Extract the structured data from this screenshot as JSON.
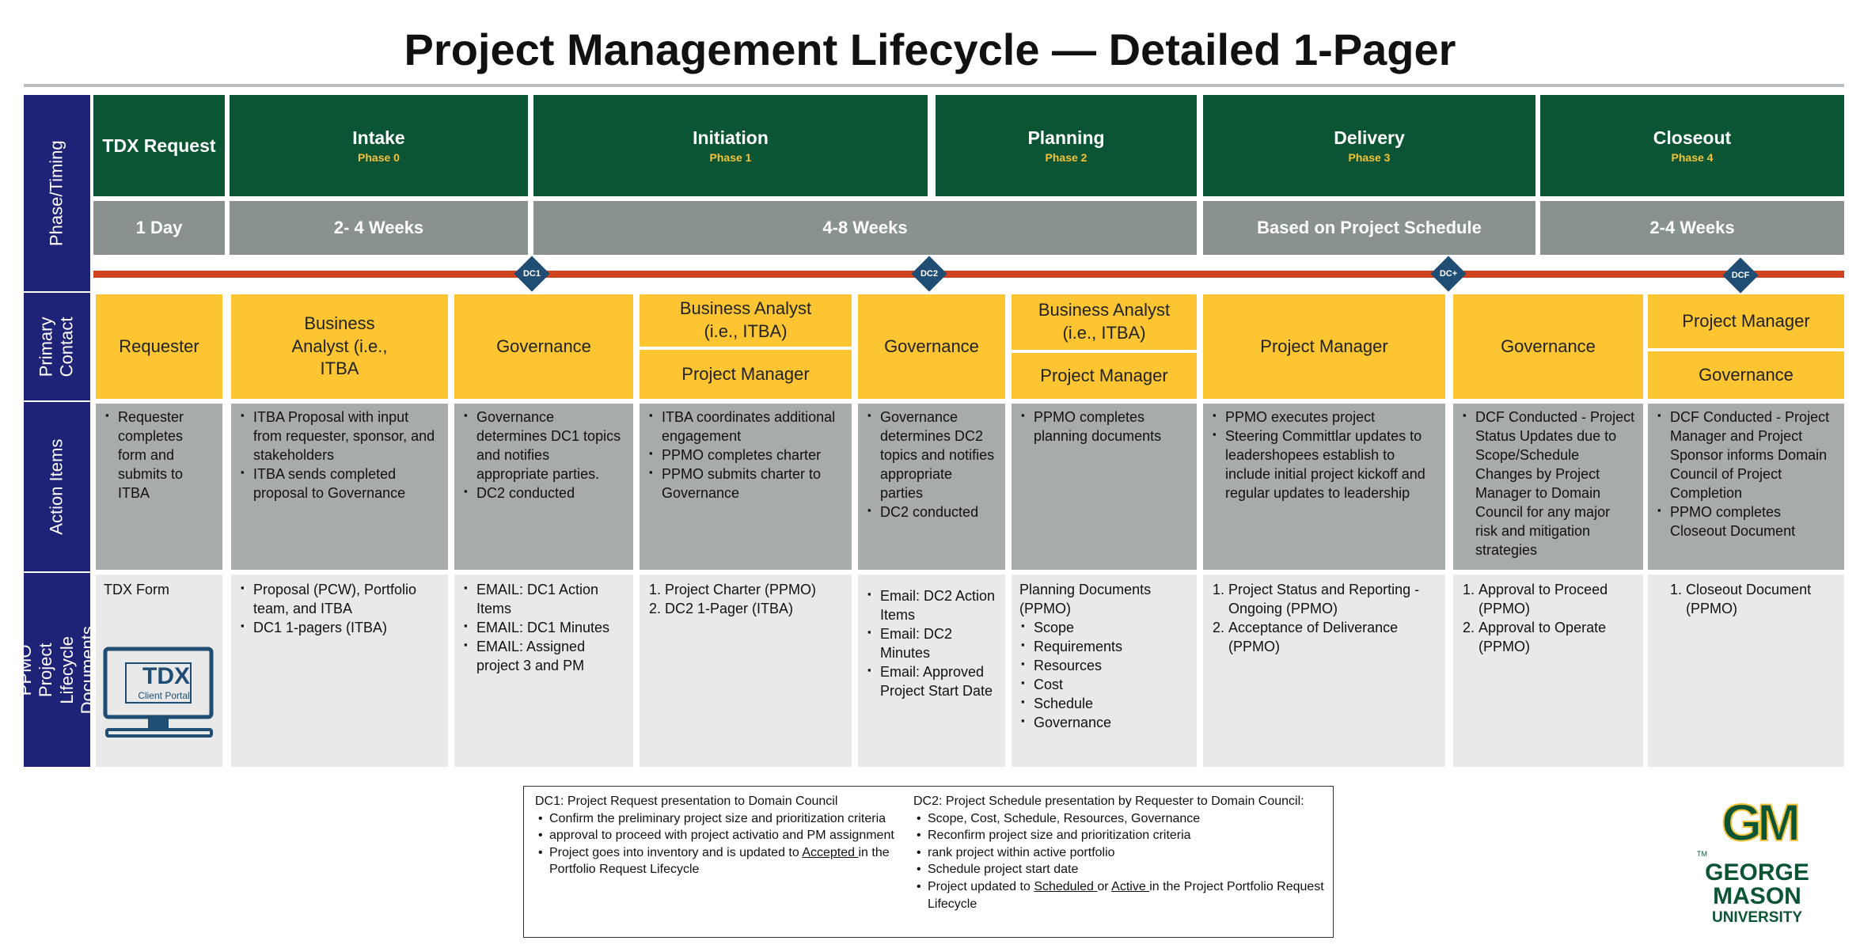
{
  "title": "Project Management Lifecycle — Detailed 1-Pager",
  "row_labels": {
    "phase": "Phase/Timing",
    "contact": "Primary Contact",
    "actions": "Action Items",
    "docs": "PPMO Project Lifecycle Documents"
  },
  "phases": [
    {
      "name": "TDX Request",
      "sub": ""
    },
    {
      "name": "Intake",
      "sub": "Phase 0"
    },
    {
      "name": "Initiation",
      "sub": "Phase 1"
    },
    {
      "name": "Planning",
      "sub": "Phase 2"
    },
    {
      "name": "Delivery",
      "sub": "Phase 3"
    },
    {
      "name": "Closeout",
      "sub": "Phase 4"
    }
  ],
  "timings": [
    "1 Day",
    "2- 4 Weeks",
    "4-8 Weeks",
    "Based on Project Schedule",
    "2-4 Weeks"
  ],
  "decision_points": [
    "DC1",
    "DC2",
    "DC+",
    "DCF"
  ],
  "contacts": {
    "c1": "Requester",
    "c2": "Business Analyst (i.e., ITBA",
    "c3": "Governance",
    "c4a": "Business Analyst (i.e., ITBA)",
    "c4b": "Project Manager",
    "c5": "Governance",
    "c6a": "Business Analyst (i.e., ITBA)",
    "c6b": "Project Manager",
    "c7": "Project Manager",
    "c8": "Governance",
    "c9a": "Project Manager",
    "c9b": "Governance"
  },
  "actions": {
    "a1": [
      "Requester completes form and submits to ITBA"
    ],
    "a2": [
      "ITBA Proposal with input from requester, sponsor, and stakeholders",
      "ITBA sends completed proposal to Governance"
    ],
    "a3": [
      "Governance determines DC1 topics and notifies appropriate parties.",
      "DC2 conducted"
    ],
    "a4": [
      "ITBA coordinates additional engagement",
      "PPMO completes charter",
      "PPMO submits charter to Governance"
    ],
    "a5": [
      "Governance determines DC2 topics and notifies appropriate parties",
      "DC2 conducted"
    ],
    "a6": [
      "PPMO completes planning documents"
    ],
    "a7": [
      "PPMO executes project",
      "Steering Committlar updates to leadershopees establish to include initial project kickoff and regular updates to leadership"
    ],
    "a8": [
      "DCF Conducted - Project Status Updates due to Scope/Schedule Changes by Project Manager to Domain Council for any major risk and mitigation strategies"
    ],
    "a9": [
      "DCF Conducted - Project Manager and Project Sponsor informs Domain Council of Project Completion",
      "PPMO completes Closeout Document"
    ]
  },
  "docs": {
    "d1": "TDX Form",
    "tdx_logo": "TDX",
    "tdx_logo_sub": "Client Portal",
    "d2": [
      "Proposal (PCW), Portfolio team, and ITBA",
      "DC1 1-pagers (ITBA)"
    ],
    "d3": [
      "EMAIL: DC1 Action Items",
      "EMAIL: DC1 Minutes",
      "EMAIL: Assigned project 3 and PM"
    ],
    "d4": [
      "Project Charter (PPMO)",
      "DC2 1-Pager (ITBA)"
    ],
    "d5": [
      "Email: DC2 Action Items",
      "Email: DC2 Minutes",
      "Email: Approved Project Start Date"
    ],
    "d6_head": "Planning Documents (PPMO)",
    "d6": [
      "Scope",
      "Requirements",
      "Resources",
      "Cost",
      "Schedule",
      "Governance"
    ],
    "d7": [
      "Project Status and Reporting - Ongoing (PPMO)",
      "Acceptance of Deliverance (PPMO)"
    ],
    "d8": [
      "Approval to Proceed (PPMO)",
      "Approval to Operate (PPMO)"
    ],
    "d9": [
      "Closeout Document (PPMO)"
    ]
  },
  "notes": {
    "dc1_head": "DC1: Project Request presentation to Domain Council",
    "dc1_items": [
      "Confirm the preliminary project size and prioritization criteria",
      "approval to proceed with project activatio and PM assignment"
    ],
    "dc1_last_pre": "Project goes into inventory and is updated to ",
    "dc1_last_u": "Accepted ",
    "dc1_last_post": "in the Portfolio Request Lifecycle",
    "dc2_head": "DC2: Project Schedule presentation by Requester to Domain Council:",
    "dc2_items": [
      "Scope, Cost, Schedule, Resources, Governance",
      "Reconfirm project size and prioritization criteria",
      "rank project within active portfolio",
      "Schedule project start date"
    ],
    "dc2_last_pre": "Project updated to ",
    "dc2_last_u1": "Scheduled ",
    "dc2_last_mid": "or ",
    "dc2_last_u2": "Active ",
    "dc2_last_post": "in the Project Portfolio Request Lifecycle"
  },
  "logo": {
    "mark": "GM",
    "tm": "TM",
    "line1": "GEORGE",
    "line2": "MASON",
    "line3": "UNIVERSITY",
    "green": "#0b5535",
    "gold": "#f3c33a"
  }
}
